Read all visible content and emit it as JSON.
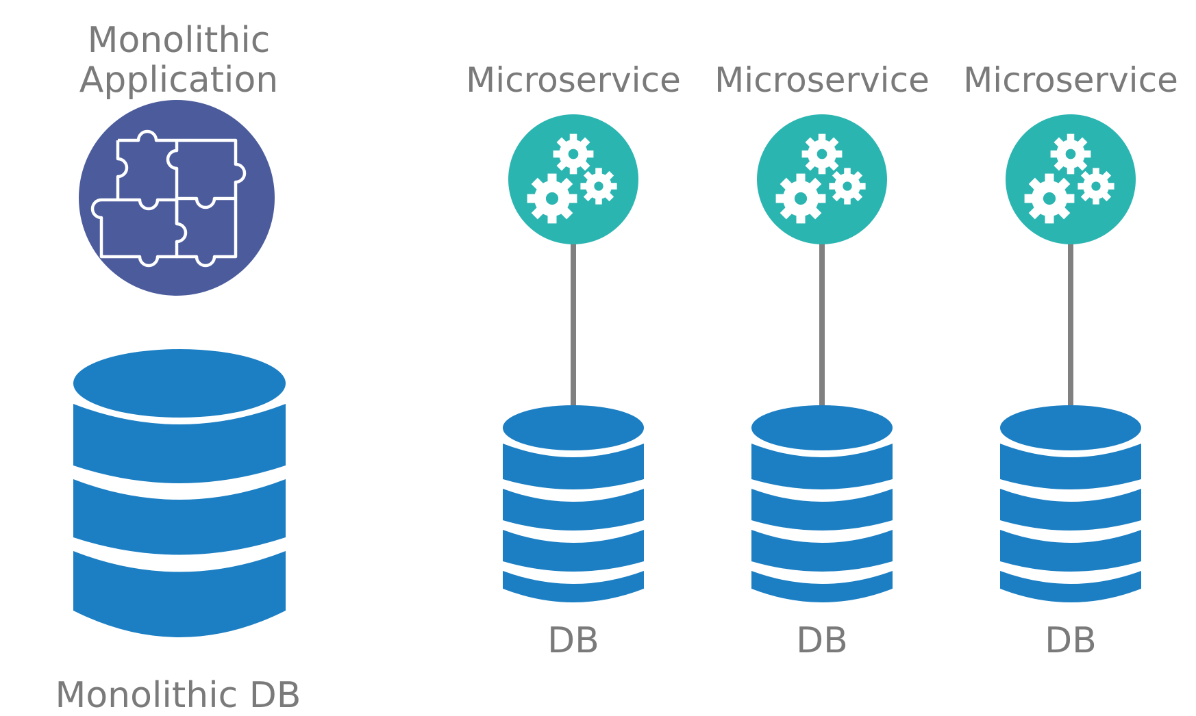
{
  "monolith": {
    "title_line1": "Monolithic",
    "title_line2": "Application",
    "db_label": "Monolithic DB",
    "icon": "puzzle-icon"
  },
  "microservices": [
    {
      "title": "Microservice",
      "db_label": "DB",
      "icon": "gears-icon"
    },
    {
      "title": "Microservice",
      "db_label": "DB",
      "icon": "gears-icon"
    },
    {
      "title": "Microservice",
      "db_label": "DB",
      "icon": "gears-icon"
    }
  ],
  "colors": {
    "monolith_circle": "#4b5b9c",
    "microservice_circle": "#2bb5b1",
    "database": "#1c7fc4",
    "connector": "#808080",
    "text": "#7a7a7a"
  }
}
